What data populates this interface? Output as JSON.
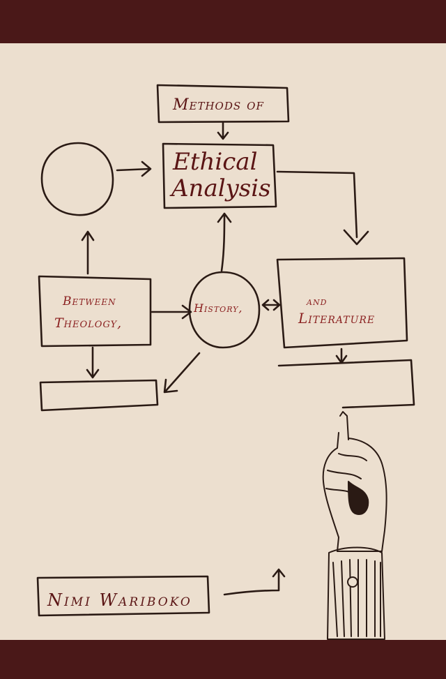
{
  "cover": {
    "title_prefix": "Methods of",
    "title_line1": "Ethical",
    "title_line2": "Analysis",
    "subtitle_between": "Between",
    "subtitle_theology": "Theology,",
    "subtitle_history": "History,",
    "subtitle_and": "and",
    "subtitle_literature": "Literature",
    "author": "Nimi Wariboko"
  },
  "colors": {
    "background": "#ecdfcf",
    "band": "#4a1818",
    "ink": "#2a1a14",
    "accent_text": "#8a1f1f"
  }
}
